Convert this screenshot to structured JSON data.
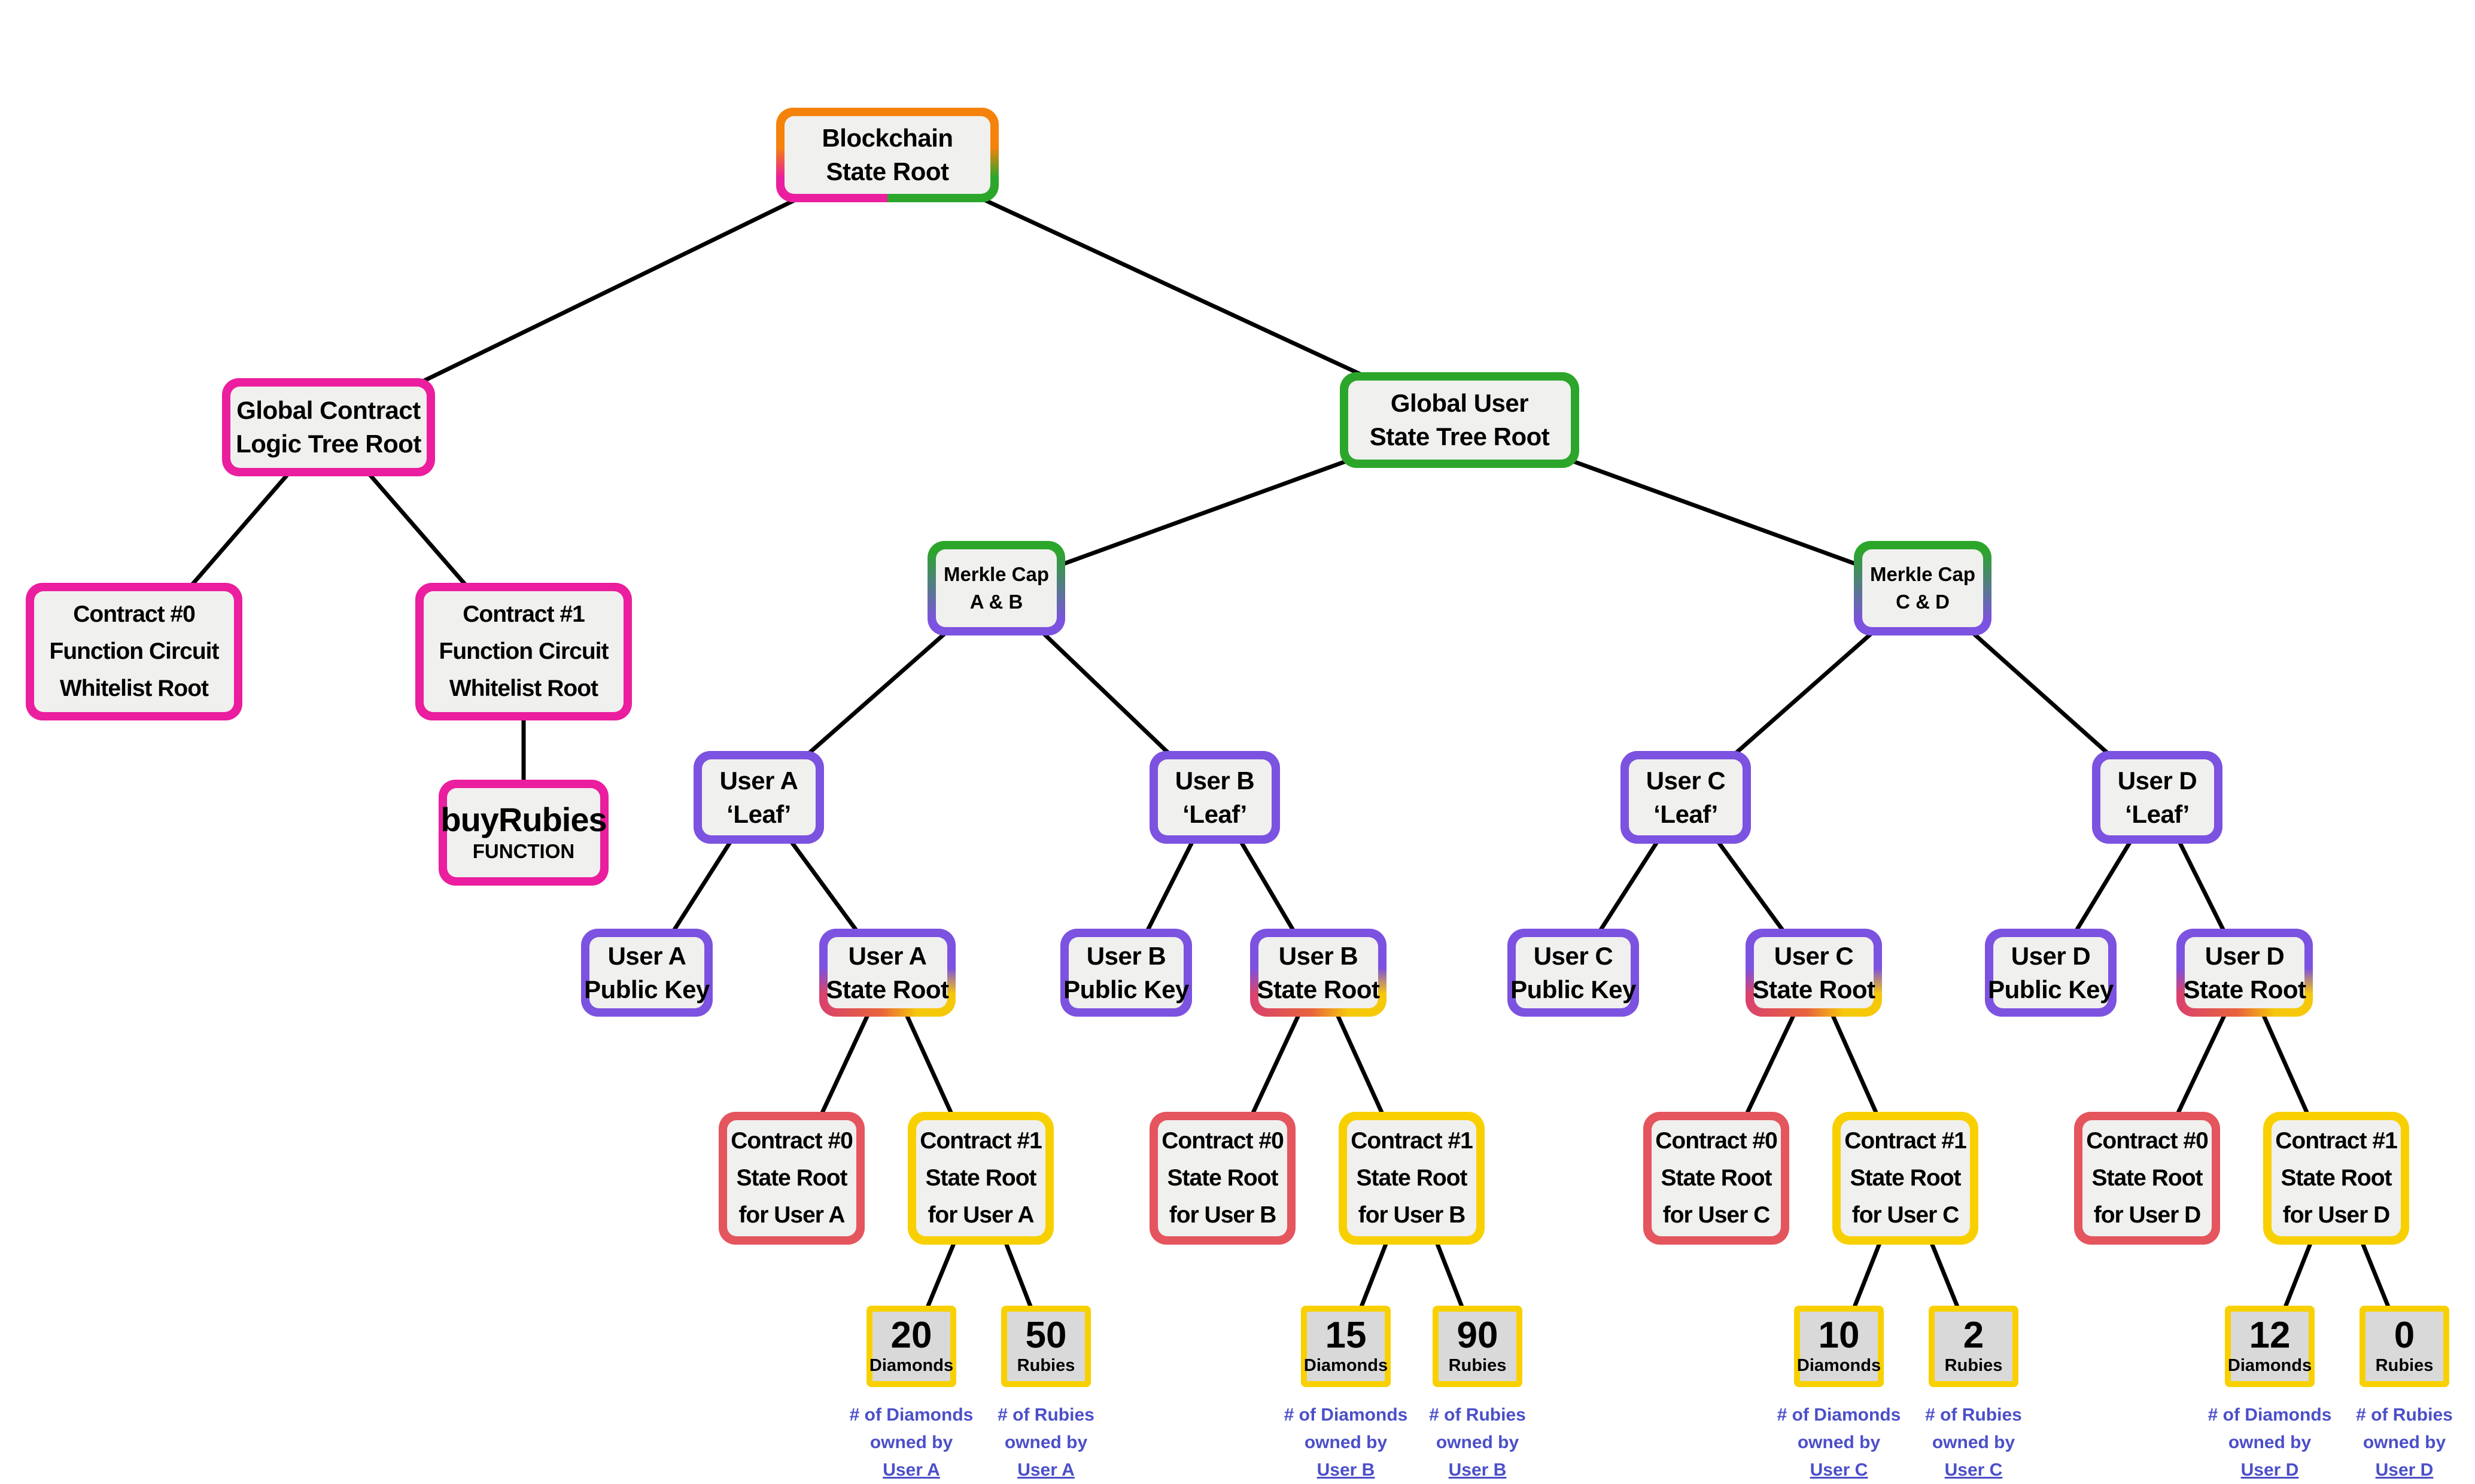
{
  "palette": {
    "orange": "#F5820B",
    "magenta": "#EA1E9E",
    "green": "#2BA62B",
    "purple": "#7C52E0",
    "red": "#E4555E",
    "yellow": "#F8D000",
    "caption_blue": "#4B4FC8",
    "box_fill": "#F0F0EE",
    "gem_fill": "#D9D9D9",
    "edge_color": "#000000"
  },
  "root": {
    "line1": "Blockchain",
    "line2": "State Root"
  },
  "contract_branch": {
    "root": {
      "line1": "Global Contract",
      "line2": "Logic Tree Root"
    },
    "contract0": {
      "line1": "Contract #0",
      "line2": "Function Circuit",
      "line3": "Whitelist Root"
    },
    "contract1": {
      "line1": "Contract #1",
      "line2": "Function Circuit",
      "line3": "Whitelist Root"
    },
    "function": {
      "name": "buyRubies",
      "type": "FUNCTION"
    }
  },
  "user_branch": {
    "root": {
      "line1": "Global User",
      "line2": "State Tree Root"
    },
    "merkle_cap_ab": {
      "line1": "Merkle Cap",
      "line2": "A & B"
    },
    "merkle_cap_cd": {
      "line1": "Merkle Cap",
      "line2": "C & D"
    }
  },
  "users": [
    {
      "leaf1": "User A",
      "leaf2": "‘Leaf’",
      "pk1": "User A",
      "pk2": "Public Key",
      "sr1": "User A",
      "sr2": "State Root",
      "c0l1": "Contract #0",
      "c0l2": "State Root",
      "c0l3": "for User A",
      "c1l1": "Contract #1",
      "c1l2": "State Root",
      "c1l3": "for User A",
      "diamonds": "20",
      "diamonds_label": "Diamonds",
      "rubies": "50",
      "rubies_label": "Rubies",
      "dcap1": "# of Diamonds",
      "dcap2": "owned by",
      "dcap3": "User A",
      "rcap1": "# of Rubies",
      "rcap2": "owned by",
      "rcap3": "User A"
    },
    {
      "leaf1": "User B",
      "leaf2": "‘Leaf’",
      "pk1": "User B",
      "pk2": "Public Key",
      "sr1": "User B",
      "sr2": "State Root",
      "c0l1": "Contract #0",
      "c0l2": "State Root",
      "c0l3": "for User B",
      "c1l1": "Contract #1",
      "c1l2": "State Root",
      "c1l3": "for User B",
      "diamonds": "15",
      "diamonds_label": "Diamonds",
      "rubies": "90",
      "rubies_label": "Rubies",
      "dcap1": "# of Diamonds",
      "dcap2": "owned by",
      "dcap3": "User B",
      "rcap1": "# of Rubies",
      "rcap2": "owned by",
      "rcap3": "User B"
    },
    {
      "leaf1": "User C",
      "leaf2": "‘Leaf’",
      "pk1": "User C",
      "pk2": "Public Key",
      "sr1": "User C",
      "sr2": "State Root",
      "c0l1": "Contract #0",
      "c0l2": "State Root",
      "c0l3": "for User C",
      "c1l1": "Contract #1",
      "c1l2": "State Root",
      "c1l3": "for User C",
      "diamonds": "10",
      "diamonds_label": "Diamonds",
      "rubies": "2",
      "rubies_label": "Rubies",
      "dcap1": "# of Diamonds",
      "dcap2": "owned by",
      "dcap3": "User C",
      "rcap1": "# of Rubies",
      "rcap2": "owned by",
      "rcap3": "User C"
    },
    {
      "leaf1": "User D",
      "leaf2": "‘Leaf’",
      "pk1": "User D",
      "pk2": "Public Key",
      "sr1": "User D",
      "sr2": "State Root",
      "c0l1": "Contract #0",
      "c0l2": "State Root",
      "c0l3": "for User D",
      "c1l1": "Contract #1",
      "c1l2": "State Root",
      "c1l3": "for User D",
      "diamonds": "12",
      "diamonds_label": "Diamonds",
      "rubies": "0",
      "rubies_label": "Rubies",
      "dcap1": "# of Diamonds",
      "dcap2": "owned by",
      "dcap3": "User D",
      "rcap1": "# of Rubies",
      "rcap2": "owned by",
      "rcap3": "User D"
    }
  ]
}
